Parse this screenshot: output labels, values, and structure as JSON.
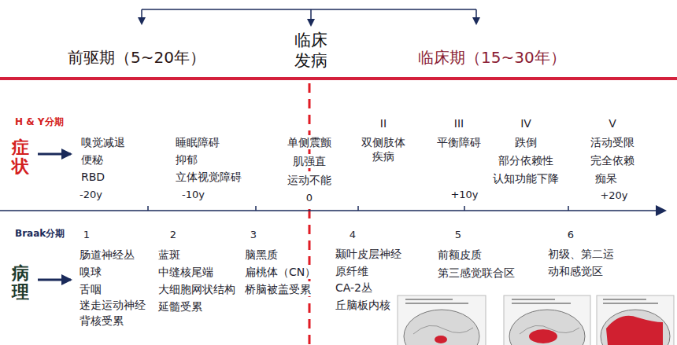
{
  "diagram": {
    "labels": [
      "前驱期（5~20年）",
      "临床 发病",
      "临床期（15~30年）",
      "H & Y分期",
      "症状",
      "嗅觉减退",
      "便秘",
      "RBD",
      "-20y",
      "睡眠障碍",
      "抑郁",
      "立体视觉障碍",
      "-10y",
      "单侧震颤",
      "肌强直",
      "运动不能",
      "0",
      "II",
      "双侧肢体 疾病",
      "III",
      "平衡障碍",
      "+10y",
      "IV",
      "跌倒",
      "部分依赖性",
      "认知功能下降",
      "V",
      "活动受限",
      "完全依赖",
      "痴呆",
      "+20y",
      "Braak分期",
      "病理",
      "1",
      "肠道神经丛",
      "嗅球",
      "舌咽",
      "迷走运动神经 背核受累",
      "2",
      "蓝斑",
      "中缝核尾端",
      "大细胞网状结构",
      "延髓受累",
      "3",
      "脑黑质",
      "扁桃体（CN）",
      "桥脑被盖受累",
      "4",
      "颞叶皮层神经 原纤维",
      "CA-2丛",
      "丘脑板内核",
      "5",
      "前额皮质",
      "第三感觉联合区",
      "6",
      "初级、第二运动和感觉区"
    ]
  }
}
